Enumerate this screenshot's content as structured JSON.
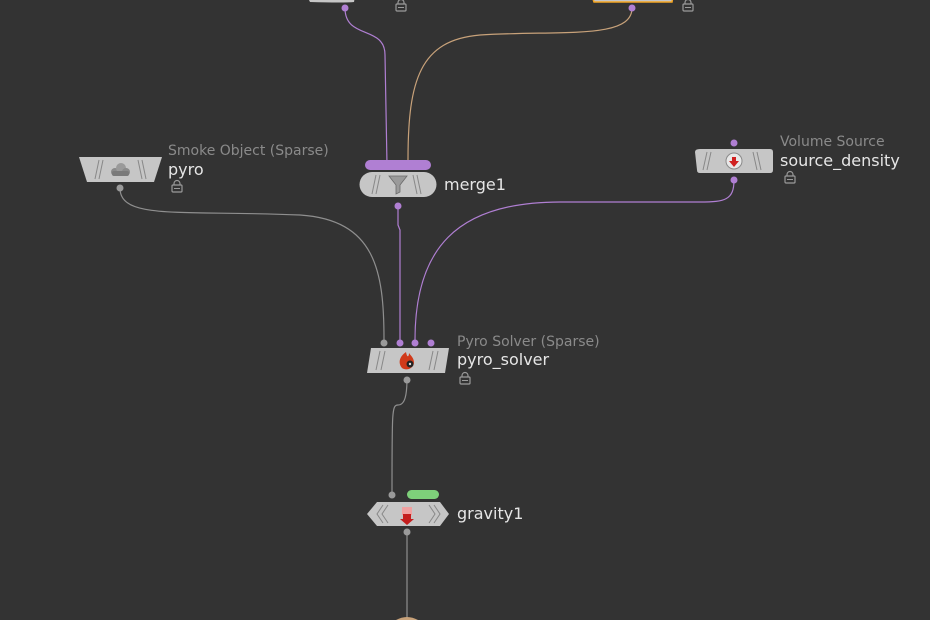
{
  "colors": {
    "background": "#333333",
    "wire_default": "#8f8f8f",
    "wire_purple": "#b07fd3",
    "wire_orange": "#c8a27a",
    "node_fill": "#c6c6c6",
    "flag_purple": "#b07fd3",
    "flag_green": "#7ed07a",
    "node_highlight": "#f5a623",
    "type_label": "#8a8a8a",
    "name_label": "#e6e6e6"
  },
  "nodes": {
    "pyro": {
      "type": "Smoke Object (Sparse)",
      "name": "pyro",
      "icon": "smoke-cloud-icon",
      "locked": true
    },
    "merge": {
      "type": "",
      "name": "merge1",
      "icon": "merge-funnel-icon",
      "locked": false
    },
    "source_density": {
      "type": "Volume Source",
      "name": "source_density",
      "icon": "volume-source-icon",
      "locked": true
    },
    "pyro_solver": {
      "type": "Pyro Solver (Sparse)",
      "name": "pyro_solver",
      "icon": "pyro-fire-icon",
      "locked": true
    },
    "gravity": {
      "type": "",
      "name": "gravity1",
      "icon": "gravity-force-icon",
      "locked": false
    }
  },
  "lock_icon": "lock-icon"
}
